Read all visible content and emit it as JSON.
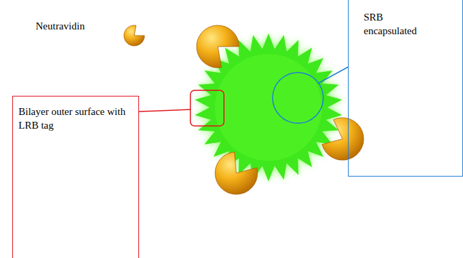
{
  "diagram": {
    "nodes": [
      {
        "text": [
          "SRB encapsulated"
        ]
      },
      {
        "text": [
          "Bilayer outer surface with LRB tag"
        ]
      }
    ],
    "labels": [
      "Neutravidin"
    ]
  }
}
